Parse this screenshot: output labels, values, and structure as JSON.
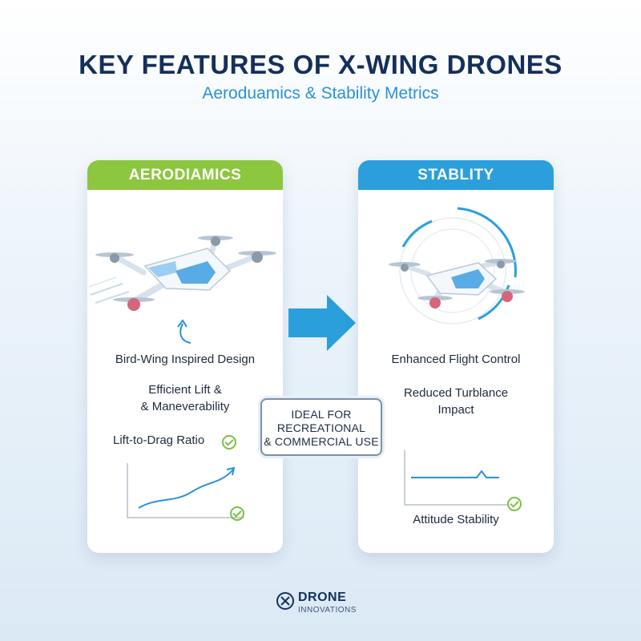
{
  "header": {
    "title": "KEY FEATURES OF X-WING DRONES",
    "subtitle": "Aeroduamics & Stability Metrics"
  },
  "left_card": {
    "title": "AERODIAMICS",
    "feature_1": "Bird-Wing Inspired Design",
    "feature_2_line_1": "Efficient Lift &",
    "feature_2_line_2": "& Maneverability",
    "metric": "Lift-to-Drag Ratio",
    "header_color": "#8dc63f"
  },
  "right_card": {
    "title": "STABLITY",
    "feature_1": "Enhanced Flight Control",
    "feature_2_line_1": "Reduced Turblance",
    "feature_2_line_2": "Impact",
    "metric": "Attitude Stability",
    "header_color": "#2a9fdc"
  },
  "callout": {
    "line_1": "IDEAL FOR",
    "line_2": "RECREATIONAL",
    "line_3": "& COMMERCIAL USE"
  },
  "footer": {
    "brand": "DRONE",
    "brand_sub": "INNOVATIONS"
  },
  "icons": [
    "drone-illustration",
    "curved-arrow-icon",
    "check-icon",
    "right-arrow-icon",
    "x-logo-icon"
  ]
}
